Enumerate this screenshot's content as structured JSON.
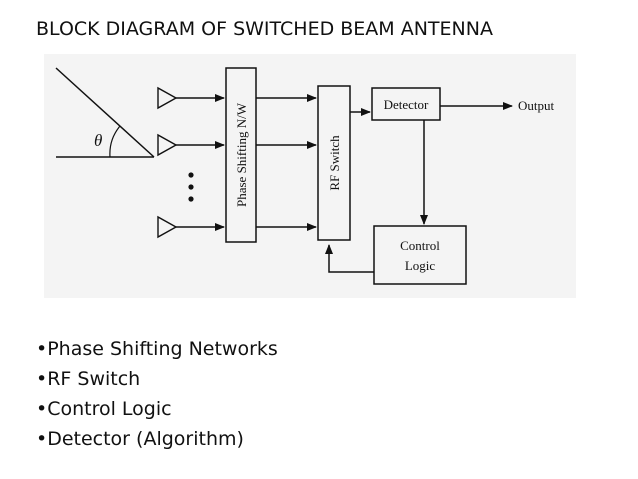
{
  "slide": {
    "title": "BLOCK DIAGRAM OF SWITCHED BEAM ANTENNA"
  },
  "diagram": {
    "angle_label": "θ",
    "phase_shifting_label": "Phase Shifting N/W",
    "rf_switch_label": "RF Switch",
    "detector_label": "Detector",
    "output_label": "Output",
    "control_label_line1": "Control",
    "control_label_line2": "Logic",
    "colors": {
      "stroke": "#111111",
      "panel": "#f4f4f4"
    }
  },
  "bullets": [
    "•Phase Shifting Networks",
    "•RF Switch",
    "•Control Logic",
    "•Detector (Algorithm)"
  ]
}
